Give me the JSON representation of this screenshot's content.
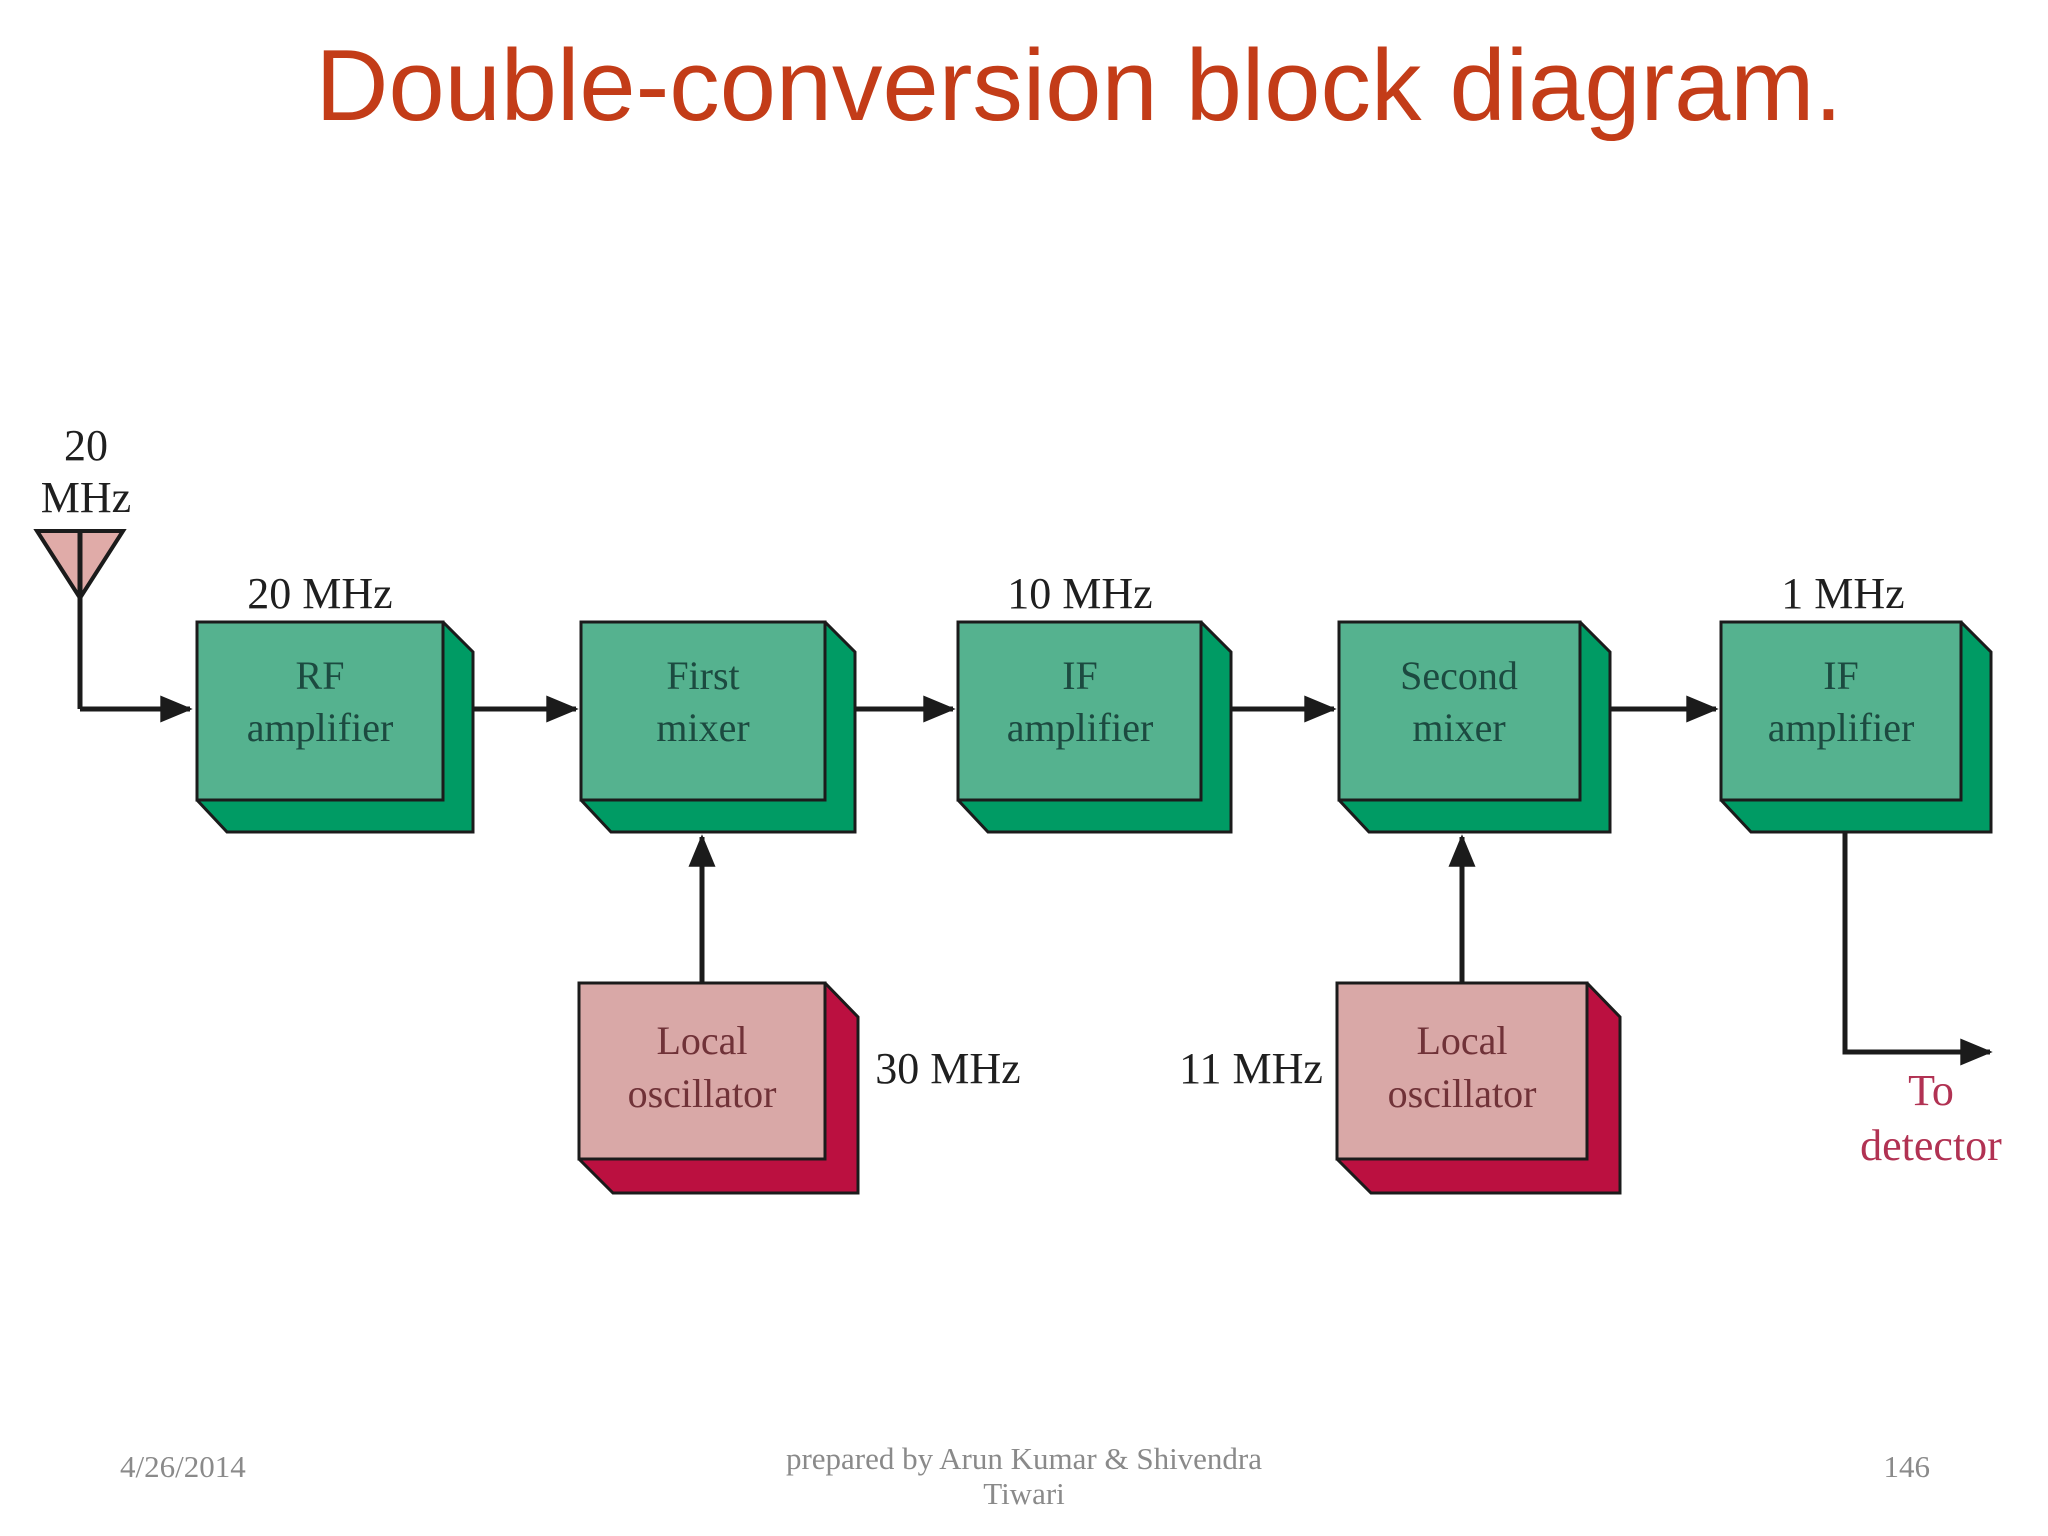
{
  "title": "Double-conversion block diagram.",
  "diagram": {
    "antenna": {
      "freq_line1": "20",
      "freq_line2": "MHz"
    },
    "blocks": [
      {
        "label_line1": "RF",
        "label_line2": "amplifier",
        "freq": "20 MHz"
      },
      {
        "label_line1": "First",
        "label_line2": "mixer",
        "freq": ""
      },
      {
        "label_line1": "IF",
        "label_line2": "amplifier",
        "freq": "10 MHz"
      },
      {
        "label_line1": "Second",
        "label_line2": "mixer",
        "freq": ""
      },
      {
        "label_line1": "IF",
        "label_line2": "amplifier",
        "freq": "1 MHz"
      }
    ],
    "oscillators": [
      {
        "label_line1": "Local",
        "label_line2": "oscillator",
        "freq": "30 MHz"
      },
      {
        "label_line1": "Local",
        "label_line2": "oscillator",
        "freq": "11 MHz"
      }
    ],
    "output": {
      "line1": "To",
      "line2": "detector"
    }
  },
  "footer": {
    "date": "4/26/2014",
    "credit_line1": "prepared by Arun Kumar & Shivendra",
    "credit_line2": "Tiwari",
    "page_number": "146"
  },
  "colors": {
    "title": "#c33c18",
    "block_face": "#55b28f",
    "block_side": "#009b64",
    "block_text": "#1c4a40",
    "oscillator_face": "#d9a8a7",
    "oscillator_side": "#bb1040",
    "oscillator_text": "#703238",
    "antenna_fill": "#e0aba8",
    "line_color": "#1b1b1b",
    "freq_text": "#1f1f1f",
    "detector_text": "#b13253",
    "footer_text": "#8a8a8a"
  }
}
